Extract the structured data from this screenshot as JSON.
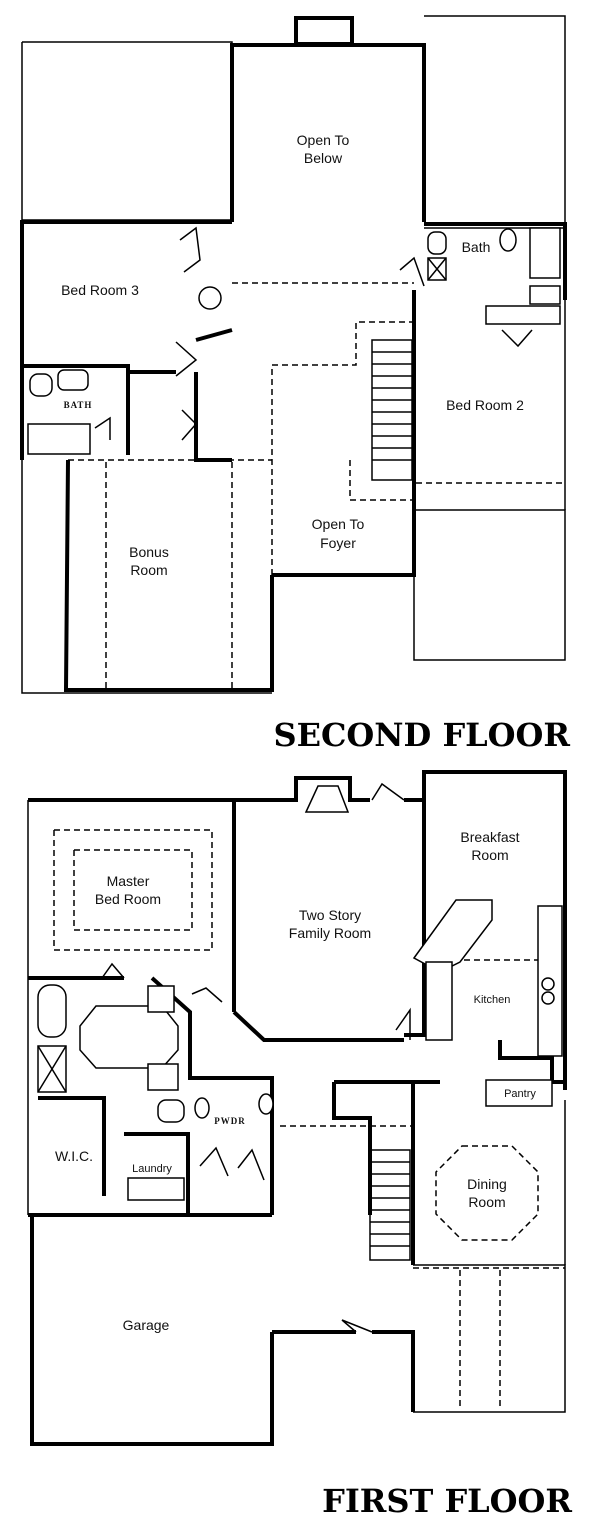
{
  "floors": {
    "second": {
      "heading": "SECOND FLOOR",
      "rooms": {
        "open_to_below_1": "Open To",
        "open_to_below_2": "Below",
        "bed_room_3": "Bed Room 3",
        "bath": "Bath",
        "bath_small": "BATH",
        "bed_room_2": "Bed Room 2",
        "bonus_1": "Bonus",
        "bonus_2": "Room",
        "open_to_foyer_1": "Open To",
        "open_to_foyer_2": "Foyer"
      }
    },
    "first": {
      "heading": "FIRST FLOOR",
      "rooms": {
        "breakfast_1": "Breakfast",
        "breakfast_2": "Room",
        "master_1": "Master",
        "master_2": "Bed Room",
        "family_1": "Two Story",
        "family_2": "Family Room",
        "kitchen": "Kitchen",
        "pantry": "Pantry",
        "wic": "W.I.C.",
        "laundry": "Laundry",
        "pwdr": "PWDR",
        "dining_1": "Dining",
        "dining_2": "Room",
        "garage": "Garage"
      }
    }
  }
}
